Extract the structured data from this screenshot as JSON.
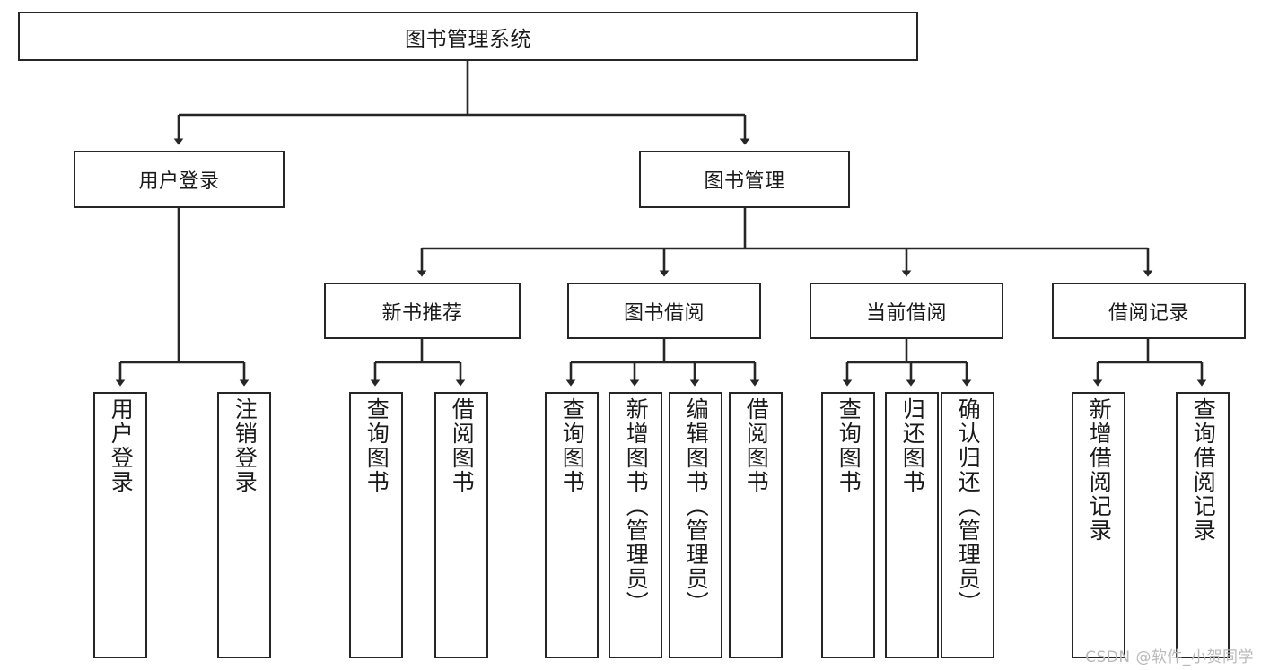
{
  "diagram": {
    "title": "图书管理系统",
    "watermark": "CSDN @软件_小贺同学",
    "colors": {
      "stroke": "#262626",
      "fill": "#ffffff",
      "text": "#1a1a1a",
      "watermark": "#b9b9b9",
      "background": "#ffffff"
    },
    "nodes": {
      "root": {
        "label": "图书管理系统"
      },
      "level1": [
        {
          "id": "user-login",
          "label": "用户登录"
        },
        {
          "id": "book-manage",
          "label": "图书管理"
        }
      ],
      "level2": [
        {
          "id": "new-book-recommend",
          "label": "新书推荐"
        },
        {
          "id": "book-borrow",
          "label": "图书借阅"
        },
        {
          "id": "current-borrow",
          "label": "当前借阅"
        },
        {
          "id": "borrow-record",
          "label": "借阅记录"
        }
      ],
      "leaves": [
        {
          "id": "leaf-user-login",
          "label": "用户登录",
          "parent": "user-login"
        },
        {
          "id": "leaf-logout-login",
          "label": "注销登录",
          "parent": "user-login"
        },
        {
          "id": "leaf-query-book-1",
          "label": "查询图书",
          "parent": "new-book-recommend"
        },
        {
          "id": "leaf-borrow-book-1",
          "label": "借阅图书",
          "parent": "new-book-recommend"
        },
        {
          "id": "leaf-query-book-2",
          "label": "查询图书",
          "parent": "book-borrow"
        },
        {
          "id": "leaf-add-book",
          "label": "新增图书（管理员）",
          "parent": "book-borrow"
        },
        {
          "id": "leaf-edit-book",
          "label": "编辑图书（管理员）",
          "parent": "book-borrow"
        },
        {
          "id": "leaf-borrow-book-2",
          "label": "借阅图书",
          "parent": "book-borrow"
        },
        {
          "id": "leaf-query-book-3",
          "label": "查询图书",
          "parent": "current-borrow"
        },
        {
          "id": "leaf-return-book",
          "label": "归还图书",
          "parent": "current-borrow"
        },
        {
          "id": "leaf-confirm-return",
          "label": "确认归还（管理员）",
          "parent": "current-borrow"
        },
        {
          "id": "leaf-add-record",
          "label": "新增借阅记录",
          "parent": "borrow-record"
        },
        {
          "id": "leaf-query-record",
          "label": "查询借阅记录",
          "parent": "borrow-record"
        }
      ]
    }
  }
}
